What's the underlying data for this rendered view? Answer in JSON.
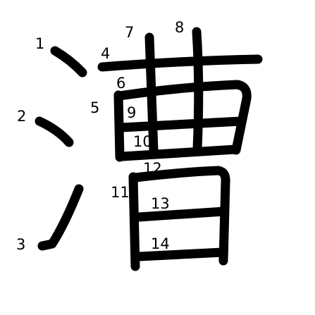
{
  "character": "漕",
  "stroke_numbers": [
    "1",
    "2",
    "3",
    "4",
    "5",
    "6",
    "7",
    "8",
    "9",
    "10",
    "11",
    "12",
    "13",
    "14"
  ],
  "colors": {
    "stroke": "#000000",
    "background": "#ffffff"
  }
}
